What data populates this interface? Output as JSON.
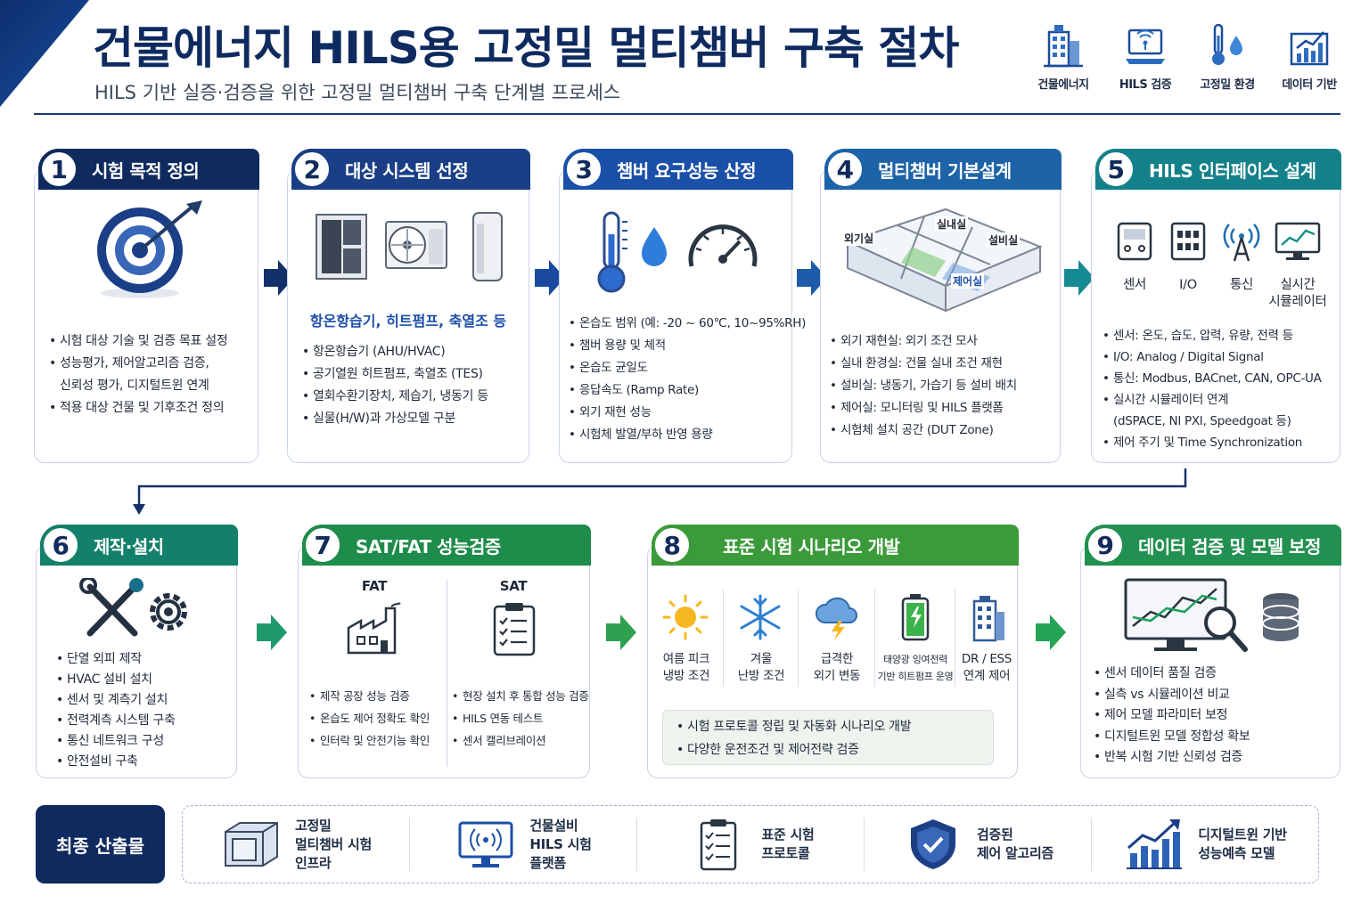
{
  "header": {
    "title": "건물에너지 HILS용 고정밀 멀티챔버 구축 절차",
    "subtitle": "HILS 기반 실증·검증을 위한 고정밀 멀티챔버 구축 단계별 프로세스",
    "icons": [
      {
        "label": "건물에너지",
        "icon": "building-icon"
      },
      {
        "label": "HILS 검증",
        "icon": "laptop-signal-icon"
      },
      {
        "label": "고정밀 환경",
        "icon": "thermo-drop-icon"
      },
      {
        "label": "데이터 기반",
        "icon": "bar-chart-icon"
      }
    ]
  },
  "steps": {
    "s1": {
      "num": "1",
      "title": "시험 목적 정의",
      "color": "#0f2a5e",
      "bullets": [
        "시험 대상 기술 및 검증 목표 설정",
        "성능평가, 제어알고리즘 검증,",
        "신뢰성 평가, 디지털트윈 연계",
        "적용 대상 건물 및 기후조건 정의"
      ]
    },
    "s2": {
      "num": "2",
      "title": "대상 시스템 선정",
      "color": "#1a3f86",
      "highlight": "항온항습기, 히트펌프, 축열조 등",
      "bullets": [
        "항온항습기 (AHU/HVAC)",
        "공기열원 히트펌프, 축열조 (TES)",
        "열회수환기장치, 제습기, 냉동기 등",
        "실물(H/W)과 가상모델 구분"
      ]
    },
    "s3": {
      "num": "3",
      "title": "챔버 요구성능 산정",
      "color": "#1b50a8",
      "bullets": [
        "온습도 범위 (예: -20 ~ 60℃, 10~95%RH)",
        "챔버 용량 및 체적",
        "온습도 균일도",
        "응답속도 (Ramp Rate)",
        "외기 재현 성능",
        "시험체 발열/부하 반영 용량"
      ]
    },
    "s4": {
      "num": "4",
      "title": "멀티챔버 기본설계",
      "color": "#1d63a8",
      "rooms": [
        "외기실",
        "실내실",
        "설비실",
        "제어실"
      ],
      "bullets": [
        "외기 재현실: 외기 조건 모사",
        "실내 환경실: 건물 실내 조건 재현",
        "설비실: 냉동기, 가습기 등 설비 배치",
        "제어실: 모니터링 및 HILS 플랫폼",
        "시험체 설치 공간 (DUT Zone)"
      ]
    },
    "s5": {
      "num": "5",
      "title": "HILS 인터페이스 설계",
      "color": "#14808a",
      "icons": [
        "센서",
        "I/O",
        "통신",
        "실시간\n시뮬레이터"
      ],
      "bullets": [
        "센서: 온도, 습도, 압력, 유량, 전력 등",
        "I/O: Analog / Digital Signal",
        "통신: Modbus, BACnet, CAN, OPC-UA",
        "실시간 시뮬레이터 연계",
        "(dSPACE, NI PXI, Speedgoat 등)",
        "제어 주기 및 Time Synchronization"
      ]
    },
    "s6": {
      "num": "6",
      "title": "제작·설치",
      "color": "#13806a",
      "bullets": [
        "단열 외피 제작",
        "HVAC 설비 설치",
        "센서 및 계측기 설치",
        "전력계측 시스템 구축",
        "통신 네트워크 구성",
        "안전설비 구축"
      ]
    },
    "s7": {
      "num": "7",
      "title": "SAT/FAT 성능검증",
      "color": "#1e8c4a",
      "fat": {
        "label": "FAT",
        "bullets": [
          "제작 공장 성능 검증",
          "온습도 제어 정확도 확인",
          "인터락 및 안전기능 확인"
        ]
      },
      "sat": {
        "label": "SAT",
        "bullets": [
          "현장 설치 후 통합 성능 검증",
          "HILS 연동 테스트",
          "센서 캘리브레이션"
        ]
      }
    },
    "s8": {
      "num": "8",
      "title": "표준 시험 시나리오 개발",
      "color": "#3b9a3a",
      "scenarios": [
        "여름 피크\n냉방 조건",
        "겨울\n난방 조건",
        "급격한\n외기 변동",
        "태양광 잉여전력\n기반 히트펌프 운영",
        "DR / ESS\n연계 제어"
      ],
      "bullets": [
        "시험 프로토콜 정립 및 자동화 시나리오 개발",
        "다양한 운전조건 및 제어전략 검증"
      ]
    },
    "s9": {
      "num": "9",
      "title": "데이터 검증 및 모델 보정",
      "color": "#229050",
      "bullets": [
        "센서 데이터 품질 검증",
        "실측 vs 시뮬레이션 비교",
        "제어 모델 파라미터 보정",
        "디지털트윈 모델 정합성 확보",
        "반복 시험 기반 신뢰성 검증"
      ]
    }
  },
  "final": {
    "label": "최종 산출물",
    "items": [
      {
        "text": "고정밀\n멀티챔버 시험\n인프라",
        "icon": "chamber-icon"
      },
      {
        "text": "건물설비\nHILS 시험\n플랫폼",
        "icon": "monitor-signal-icon"
      },
      {
        "text": "표준 시험\n프로토콜",
        "icon": "checklist-icon"
      },
      {
        "text": "검증된\n제어 알고리즘",
        "icon": "shield-check-icon"
      },
      {
        "text": "디지털트윈 기반\n성능예측 모델",
        "icon": "growth-chart-icon"
      }
    ]
  }
}
